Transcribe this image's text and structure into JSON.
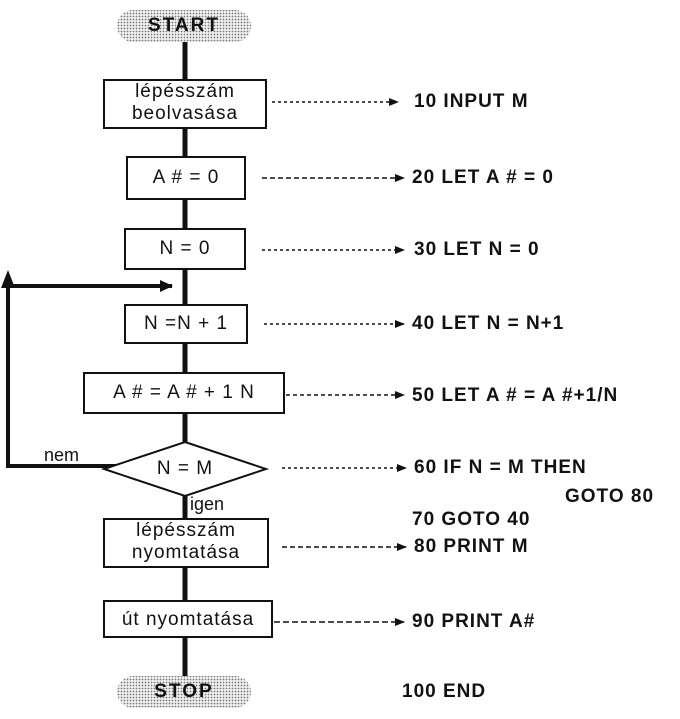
{
  "terminals": {
    "start": "START",
    "stop": "STOP"
  },
  "steps": [
    {
      "label": "lépésszám beolvasása",
      "code": "10 INPUT M"
    },
    {
      "label": "A # = 0",
      "code": "20 LET A # = 0"
    },
    {
      "label": "N = 0",
      "code": "30 LET N = 0"
    },
    {
      "label": "N =N + 1",
      "code": "40 LET N = N+1"
    },
    {
      "label": "A # = A # + 1 N",
      "code": "50 LET A # = A #+1/N"
    },
    {
      "label": "N = M",
      "code": "60 IF N = M THEN"
    },
    {
      "label": "lépésszám nyomtatása",
      "code": "80 PRINT M"
    },
    {
      "label": "út nyomtatása",
      "code": "90 PRINT A#"
    }
  ],
  "extra_code": {
    "then_goto": "GOTO 80",
    "goto": "70 GOTO 40",
    "end": "100 END"
  },
  "edge_labels": {
    "no": "nem",
    "yes": "igen"
  }
}
